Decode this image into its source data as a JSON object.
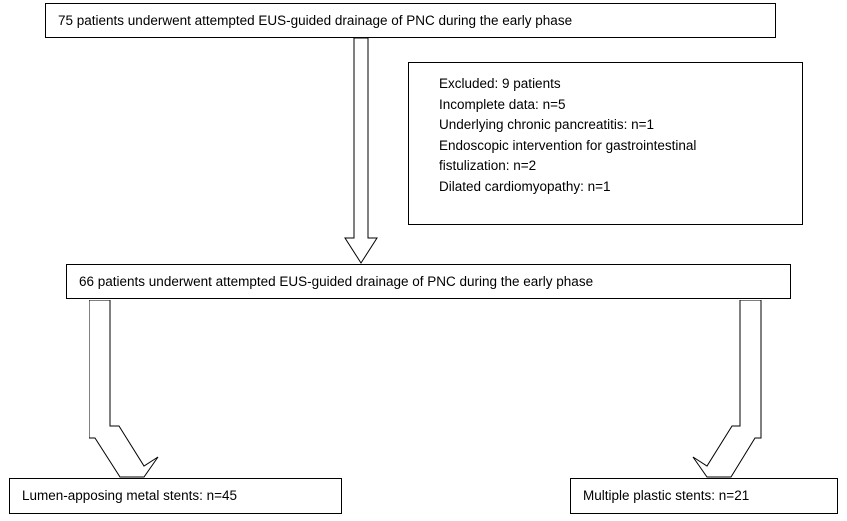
{
  "diagram": {
    "type": "flowchart",
    "nodes": {
      "top": {
        "text": "75 patients underwent attempted EUS-guided drainage of PNC during the early phase"
      },
      "excluded": {
        "lines": [
          "Excluded: 9 patients",
          "Incomplete data: n=5",
          "Underlying chronic pancreatitis: n=1",
          "Endoscopic intervention for gastrointestinal",
          "fistulization: n=2",
          "Dilated cardiomyopathy: n=1"
        ]
      },
      "middle": {
        "text": "66 patients underwent attempted EUS-guided drainage of PNC during the early phase"
      },
      "left_outcome": {
        "text": "Lumen-apposing metal stents: n=45"
      },
      "right_outcome": {
        "text": "Multiple plastic stents: n=21"
      }
    },
    "arrows": [
      {
        "name": "arrow-top-to-middle",
        "direction": "down"
      },
      {
        "name": "arrow-middle-to-left-outcome",
        "direction": "down-left"
      },
      {
        "name": "arrow-middle-to-right-outcome",
        "direction": "down-right"
      }
    ],
    "colors": {
      "stroke": "#000000",
      "fill": "#ffffff",
      "text": "#000000"
    }
  }
}
